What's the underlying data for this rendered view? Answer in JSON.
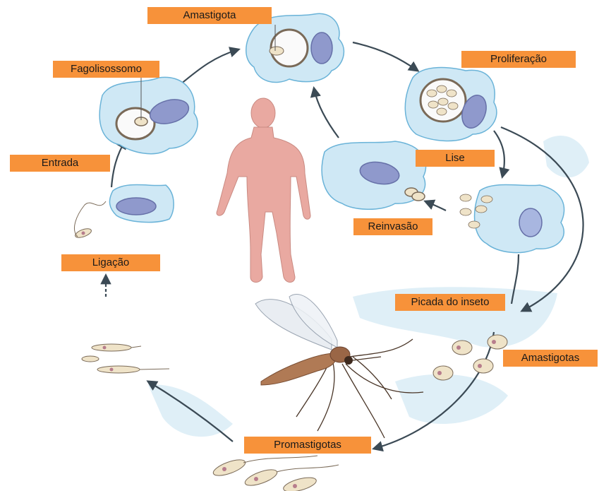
{
  "labels": {
    "amastigota": "Amastigota",
    "fagolisossomo": "Fagolisossomo",
    "proliferacao": "Proliferação",
    "entrada": "Entrada",
    "lise": "Lise",
    "reinvasao": "Reinvasão",
    "ligacao": "Ligação",
    "picada": "Picada do inseto",
    "amastigotas": "Amastigotas",
    "promastigotas": "Promastigotas"
  },
  "colors": {
    "label_bg": "#f7923a",
    "cell_fill": "#cfe8f5",
    "nucleus": "#8f99cc",
    "arrow": "#3b4a55",
    "human": "#e9a9a1",
    "parasite": "#efe3c8",
    "mosquito": "#b07a55"
  }
}
